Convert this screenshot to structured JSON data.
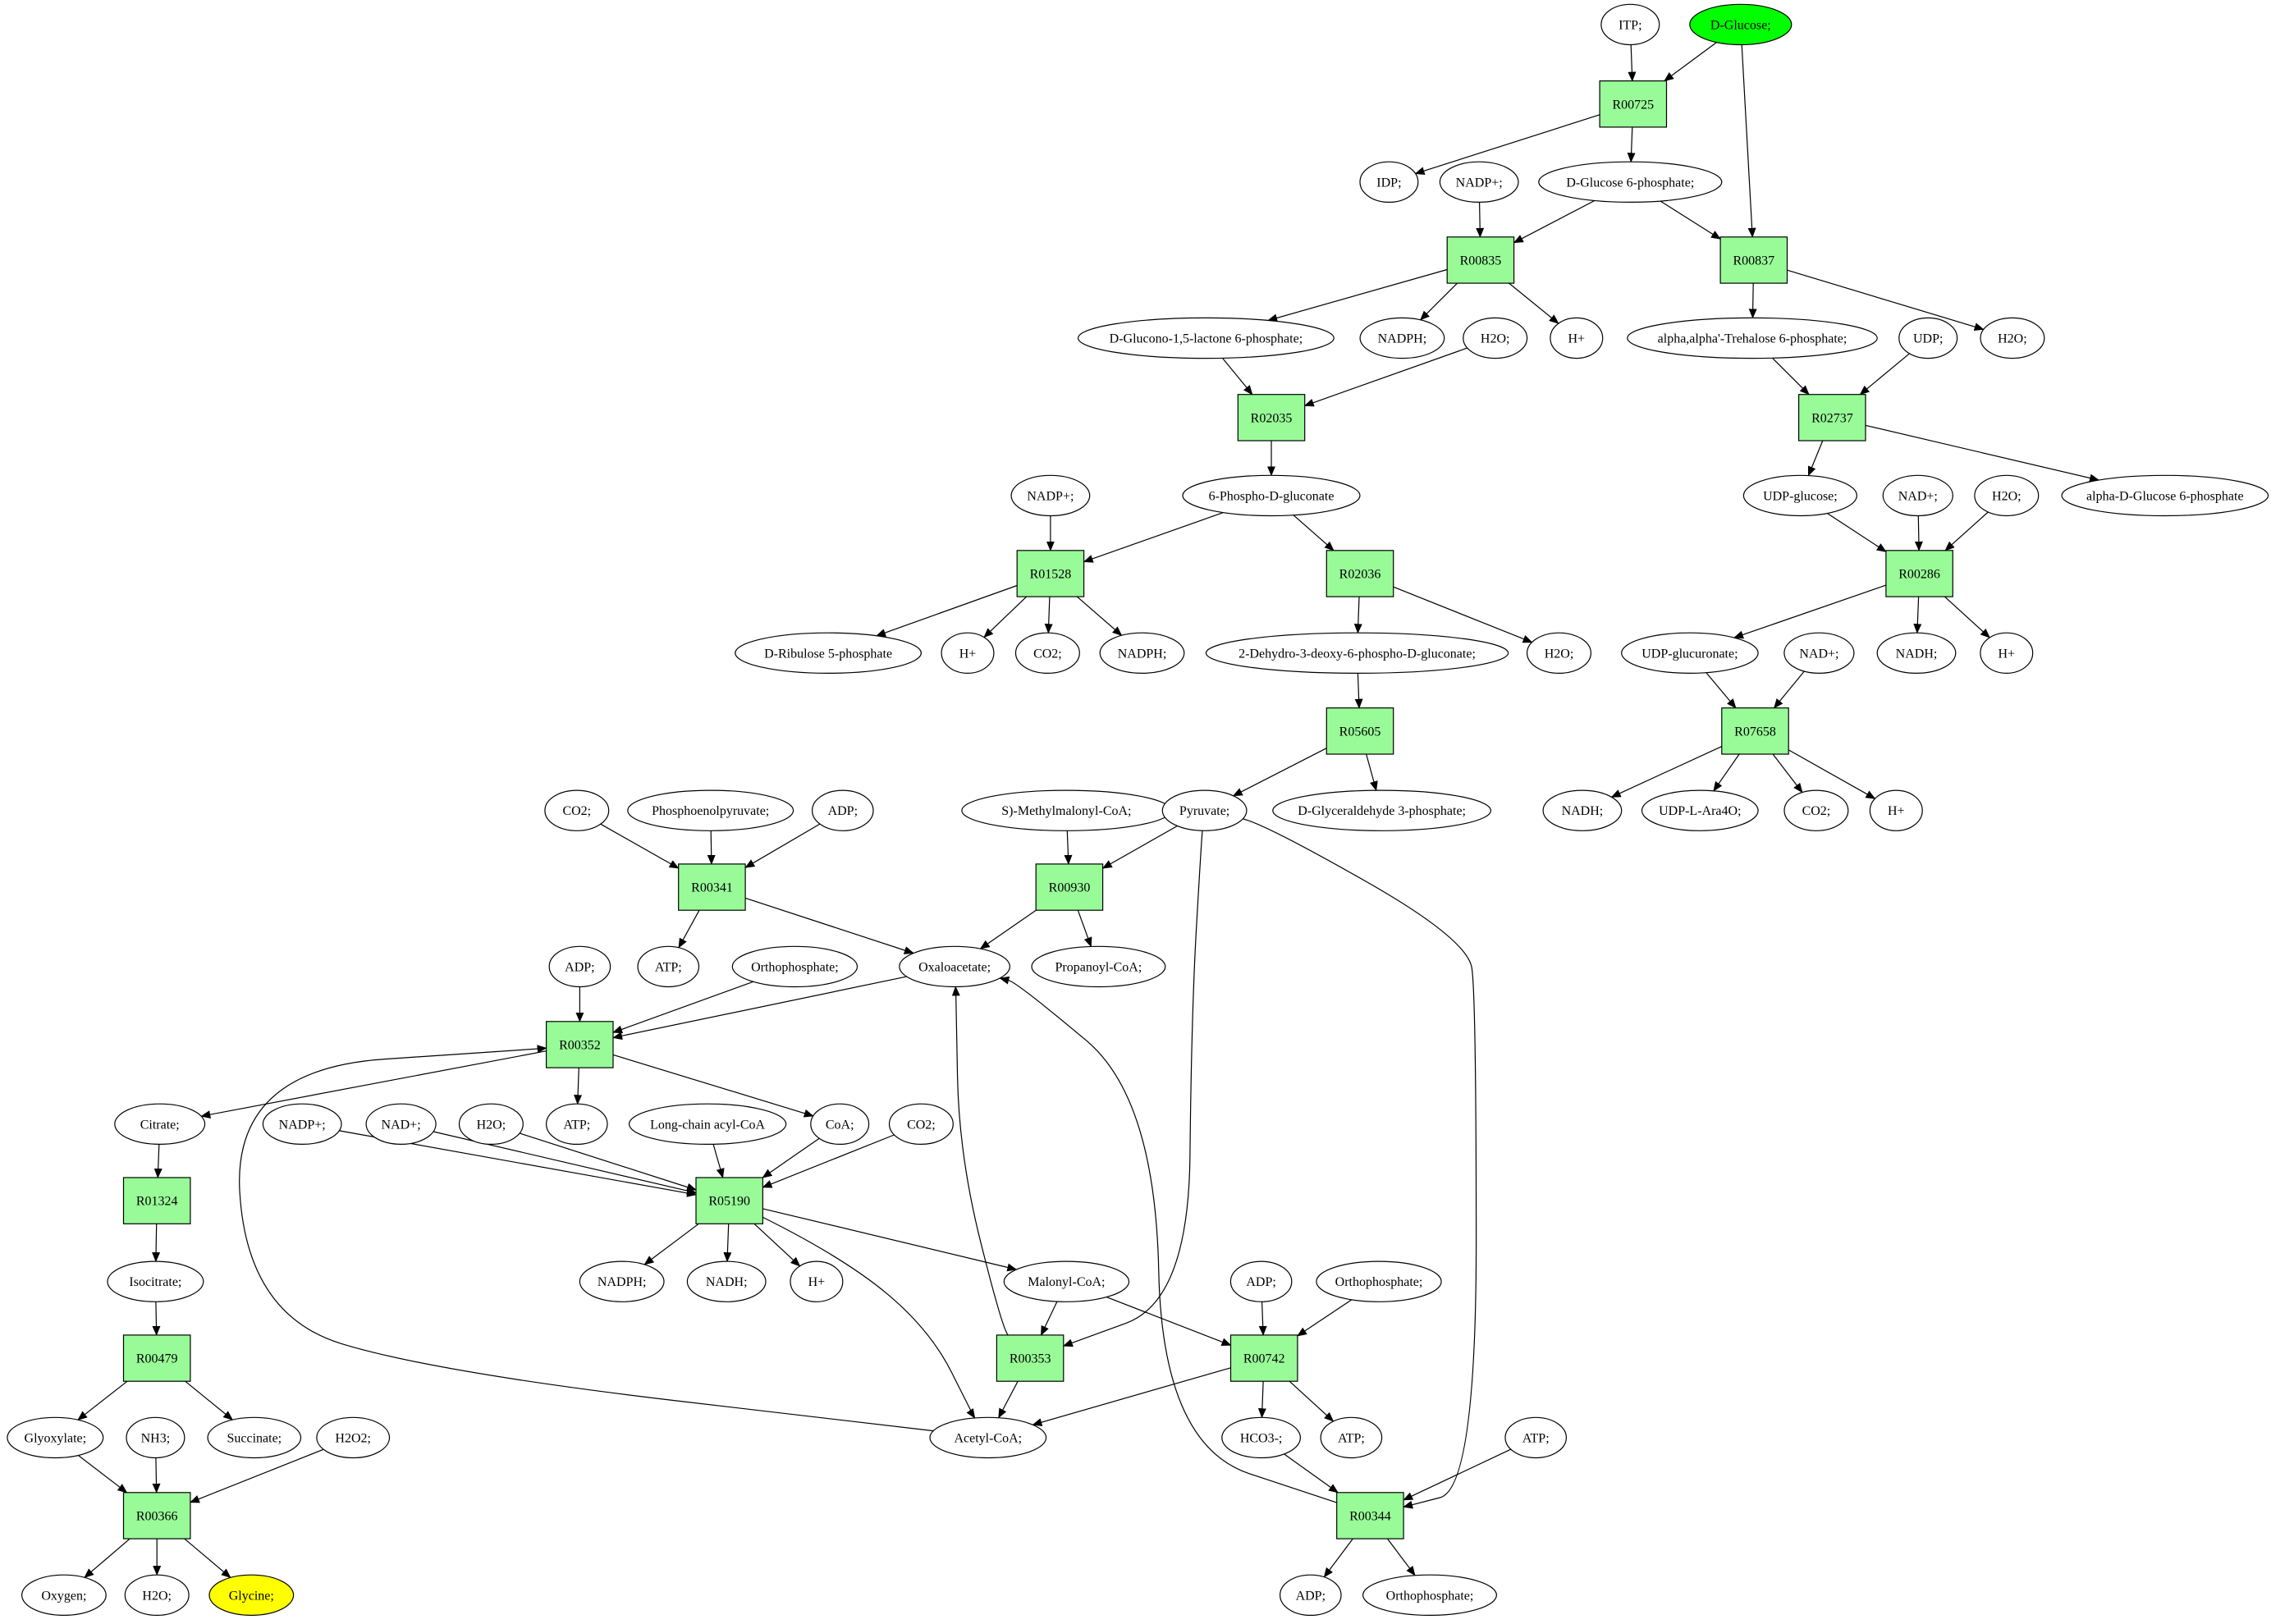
{
  "colors": {
    "reaction": "#98fb98",
    "compound": "#ffffff",
    "start": "#00ff00",
    "target": "#ffff00",
    "stroke": "#000000"
  },
  "reactions": [
    {
      "id": "R00725",
      "label": "R00725"
    },
    {
      "id": "R00835",
      "label": "R00835"
    },
    {
      "id": "R00837",
      "label": "R00837"
    },
    {
      "id": "R02035",
      "label": "R02035"
    },
    {
      "id": "R02737",
      "label": "R02737"
    },
    {
      "id": "R01528",
      "label": "R01528"
    },
    {
      "id": "R02036",
      "label": "R02036"
    },
    {
      "id": "R00286",
      "label": "R00286"
    },
    {
      "id": "R05605",
      "label": "R05605"
    },
    {
      "id": "R07658",
      "label": "R07658"
    },
    {
      "id": "R00341",
      "label": "R00341"
    },
    {
      "id": "R00930",
      "label": "R00930"
    },
    {
      "id": "R00352",
      "label": "R00352"
    },
    {
      "id": "R01324",
      "label": "R01324"
    },
    {
      "id": "R05190",
      "label": "R05190"
    },
    {
      "id": "R00479",
      "label": "R00479"
    },
    {
      "id": "R00353",
      "label": "R00353"
    },
    {
      "id": "R00742",
      "label": "R00742"
    },
    {
      "id": "R00366",
      "label": "R00366"
    },
    {
      "id": "R00344",
      "label": "R00344"
    }
  ],
  "compounds": [
    {
      "id": "c_itp",
      "label": "ITP;",
      "role": "normal"
    },
    {
      "id": "c_dglucose",
      "label": "D-Glucose;",
      "role": "start"
    },
    {
      "id": "c_idp",
      "label": "IDP;",
      "role": "normal"
    },
    {
      "id": "c_nadp_a",
      "label": "NADP+;",
      "role": "normal"
    },
    {
      "id": "c_g6p",
      "label": "D-Glucose 6-phosphate;",
      "role": "normal"
    },
    {
      "id": "c_glucono",
      "label": "D-Glucono-1,5-lactone 6-phosphate;",
      "role": "normal"
    },
    {
      "id": "c_nadph_a",
      "label": "NADPH;",
      "role": "normal"
    },
    {
      "id": "c_h2o_a",
      "label": "H2O;",
      "role": "normal"
    },
    {
      "id": "c_h_a",
      "label": "H+",
      "role": "normal"
    },
    {
      "id": "c_trehalose",
      "label": "alpha,alpha'-Trehalose 6-phosphate;",
      "role": "normal"
    },
    {
      "id": "c_udp",
      "label": "UDP;",
      "role": "normal"
    },
    {
      "id": "c_h2o_b",
      "label": "H2O;",
      "role": "normal"
    },
    {
      "id": "c_nadp_b",
      "label": "NADP+;",
      "role": "normal"
    },
    {
      "id": "c_6pg",
      "label": "6-Phospho-D-gluconate",
      "role": "normal"
    },
    {
      "id": "c_udpglc",
      "label": "UDP-glucose;",
      "role": "normal"
    },
    {
      "id": "c_nad_a",
      "label": "NAD+;",
      "role": "normal"
    },
    {
      "id": "c_h2o_c",
      "label": "H2O;",
      "role": "normal"
    },
    {
      "id": "c_aglc6p",
      "label": "alpha-D-Glucose 6-phosphate",
      "role": "normal"
    },
    {
      "id": "c_ribulose",
      "label": "D-Ribulose 5-phosphate",
      "role": "normal"
    },
    {
      "id": "c_h_b",
      "label": "H+",
      "role": "normal"
    },
    {
      "id": "c_co2_a",
      "label": "CO2;",
      "role": "normal"
    },
    {
      "id": "c_nadph_b",
      "label": "NADPH;",
      "role": "normal"
    },
    {
      "id": "c_kdpg",
      "label": "2-Dehydro-3-deoxy-6-phospho-D-gluconate;",
      "role": "normal"
    },
    {
      "id": "c_h2o_d",
      "label": "H2O;",
      "role": "normal"
    },
    {
      "id": "c_udpglcA",
      "label": "UDP-glucuronate;",
      "role": "normal"
    },
    {
      "id": "c_nad_b",
      "label": "NAD+;",
      "role": "normal"
    },
    {
      "id": "c_nadh_a",
      "label": "NADH;",
      "role": "normal"
    },
    {
      "id": "c_h_c",
      "label": "H+",
      "role": "normal"
    },
    {
      "id": "c_co2_b",
      "label": "CO2;",
      "role": "normal"
    },
    {
      "id": "c_pep",
      "label": "Phosphoenolpyruvate;",
      "role": "normal"
    },
    {
      "id": "c_adp_a",
      "label": "ADP;",
      "role": "normal"
    },
    {
      "id": "c_mmcoa",
      "label": "S)-Methylmalonyl-CoA;",
      "role": "normal"
    },
    {
      "id": "c_pyruvate",
      "label": "Pyruvate;",
      "role": "normal"
    },
    {
      "id": "c_gap",
      "label": "D-Glyceraldehyde 3-phosphate;",
      "role": "normal"
    },
    {
      "id": "c_nadh_b",
      "label": "NADH;",
      "role": "normal"
    },
    {
      "id": "c_udpara",
      "label": "UDP-L-Ara4O;",
      "role": "normal"
    },
    {
      "id": "c_co2_c",
      "label": "CO2;",
      "role": "normal"
    },
    {
      "id": "c_h_d",
      "label": "H+",
      "role": "normal"
    },
    {
      "id": "c_adp_b",
      "label": "ADP;",
      "role": "normal"
    },
    {
      "id": "c_atp_a",
      "label": "ATP;",
      "role": "normal"
    },
    {
      "id": "c_pi_a",
      "label": "Orthophosphate;",
      "role": "normal"
    },
    {
      "id": "c_oaa",
      "label": "Oxaloacetate;",
      "role": "normal"
    },
    {
      "id": "c_propcoa",
      "label": "Propanoyl-CoA;",
      "role": "normal"
    },
    {
      "id": "c_citrate",
      "label": "Citrate;",
      "role": "normal"
    },
    {
      "id": "c_nadp_c",
      "label": "NADP+;",
      "role": "normal"
    },
    {
      "id": "c_nad_c",
      "label": "NAD+;",
      "role": "normal"
    },
    {
      "id": "c_h2o_e",
      "label": "H2O;",
      "role": "normal"
    },
    {
      "id": "c_atp_b",
      "label": "ATP;",
      "role": "normal"
    },
    {
      "id": "c_lcacoa",
      "label": "Long-chain acyl-CoA",
      "role": "normal"
    },
    {
      "id": "c_coa",
      "label": "CoA;",
      "role": "normal"
    },
    {
      "id": "c_co2_d",
      "label": "CO2;",
      "role": "normal"
    },
    {
      "id": "c_isocitrate",
      "label": "Isocitrate;",
      "role": "normal"
    },
    {
      "id": "c_nadph_c",
      "label": "NADPH;",
      "role": "normal"
    },
    {
      "id": "c_nadh_c",
      "label": "NADH;",
      "role": "normal"
    },
    {
      "id": "c_h_e",
      "label": "H+",
      "role": "normal"
    },
    {
      "id": "c_adp_c",
      "label": "ADP;",
      "role": "normal"
    },
    {
      "id": "c_pi_b",
      "label": "Orthophosphate;",
      "role": "normal"
    },
    {
      "id": "c_malcoa",
      "label": "Malonyl-CoA;",
      "role": "normal"
    },
    {
      "id": "c_glyoxylate",
      "label": "Glyoxylate;",
      "role": "normal"
    },
    {
      "id": "c_nh3",
      "label": "NH3;",
      "role": "normal"
    },
    {
      "id": "c_succinate",
      "label": "Succinate;",
      "role": "normal"
    },
    {
      "id": "c_h2o2",
      "label": "H2O2;",
      "role": "normal"
    },
    {
      "id": "c_accoa",
      "label": "Acetyl-CoA;",
      "role": "normal"
    },
    {
      "id": "c_hco3",
      "label": "HCO3-;",
      "role": "normal"
    },
    {
      "id": "c_atp_c",
      "label": "ATP;",
      "role": "normal"
    },
    {
      "id": "c_atp_d",
      "label": "ATP;",
      "role": "normal"
    },
    {
      "id": "c_oxygen",
      "label": "Oxygen;",
      "role": "normal"
    },
    {
      "id": "c_h2o_f",
      "label": "H2O;",
      "role": "normal"
    },
    {
      "id": "c_glycine",
      "label": "Glycine;",
      "role": "target"
    },
    {
      "id": "c_adp_d",
      "label": "ADP;",
      "role": "normal"
    },
    {
      "id": "c_pi_c",
      "label": "Orthophosphate;",
      "role": "normal"
    }
  ],
  "edges": [
    [
      "c_itp",
      "R00725"
    ],
    [
      "c_dglucose",
      "R00725"
    ],
    [
      "R00725",
      "c_idp"
    ],
    [
      "R00725",
      "c_g6p"
    ],
    [
      "c_dglucose",
      "R00837"
    ],
    [
      "c_nadp_a",
      "R00835"
    ],
    [
      "c_g6p",
      "R00835"
    ],
    [
      "c_g6p",
      "R00837"
    ],
    [
      "R00835",
      "c_glucono"
    ],
    [
      "R00835",
      "c_nadph_a"
    ],
    [
      "R00835",
      "c_h_a"
    ],
    [
      "R00837",
      "c_trehalose"
    ],
    [
      "R00837",
      "c_h2o_b"
    ],
    [
      "c_glucono",
      "R02035"
    ],
    [
      "c_h2o_a",
      "R02035"
    ],
    [
      "R02035",
      "c_6pg"
    ],
    [
      "c_trehalose",
      "R02737"
    ],
    [
      "c_udp",
      "R02737"
    ],
    [
      "R02737",
      "c_udpglc"
    ],
    [
      "R02737",
      "c_aglc6p"
    ],
    [
      "c_nadp_b",
      "R01528"
    ],
    [
      "c_6pg",
      "R01528"
    ],
    [
      "c_6pg",
      "R02036"
    ],
    [
      "c_udpglc",
      "R00286"
    ],
    [
      "c_nad_a",
      "R00286"
    ],
    [
      "c_h2o_c",
      "R00286"
    ],
    [
      "R01528",
      "c_ribulose"
    ],
    [
      "R01528",
      "c_h_b"
    ],
    [
      "R01528",
      "c_co2_a"
    ],
    [
      "R01528",
      "c_nadph_b"
    ],
    [
      "R02036",
      "c_kdpg"
    ],
    [
      "R02036",
      "c_h2o_d"
    ],
    [
      "R00286",
      "c_udpglcA"
    ],
    [
      "R00286",
      "c_nadh_a"
    ],
    [
      "R00286",
      "c_h_c"
    ],
    [
      "c_kdpg",
      "R05605"
    ],
    [
      "c_udpglcA",
      "R07658"
    ],
    [
      "c_nad_b",
      "R07658"
    ],
    [
      "R05605",
      "c_pyruvate"
    ],
    [
      "R05605",
      "c_gap"
    ],
    [
      "R07658",
      "c_nadh_b"
    ],
    [
      "R07658",
      "c_udpara"
    ],
    [
      "R07658",
      "c_co2_c"
    ],
    [
      "R07658",
      "c_h_d"
    ],
    [
      "c_co2_b",
      "R00341"
    ],
    [
      "c_pep",
      "R00341"
    ],
    [
      "c_adp_a",
      "R00341"
    ],
    [
      "c_mmcoa",
      "R00930"
    ],
    [
      "c_pyruvate",
      "R00930"
    ],
    [
      "R00341",
      "c_atp_a"
    ],
    [
      "R00341",
      "c_oaa"
    ],
    [
      "R00930",
      "c_oaa"
    ],
    [
      "R00930",
      "c_propcoa"
    ],
    [
      "c_adp_b",
      "R00352"
    ],
    [
      "c_pi_a",
      "R00352"
    ],
    [
      "c_oaa",
      "R00352"
    ],
    [
      "R00352",
      "c_citrate"
    ],
    [
      "R00352",
      "c_atp_b"
    ],
    [
      "R00352",
      "c_coa"
    ],
    [
      "c_citrate",
      "R01324"
    ],
    [
      "R01324",
      "c_isocitrate"
    ],
    [
      "c_isocitrate",
      "R00479"
    ],
    [
      "c_nadp_c",
      "R05190"
    ],
    [
      "c_nad_c",
      "R05190"
    ],
    [
      "c_h2o_e",
      "R05190"
    ],
    [
      "c_lcacoa",
      "R05190"
    ],
    [
      "c_coa",
      "R05190"
    ],
    [
      "c_co2_d",
      "R05190"
    ],
    [
      "R05190",
      "c_nadph_c"
    ],
    [
      "R05190",
      "c_nadh_c"
    ],
    [
      "R05190",
      "c_h_e"
    ],
    [
      "R05190",
      "c_malcoa"
    ],
    [
      "R05190",
      "c_accoa"
    ],
    [
      "c_pyruvate",
      "R00353"
    ],
    [
      "c_malcoa",
      "R00353"
    ],
    [
      "R00353",
      "c_oaa"
    ],
    [
      "R00353",
      "c_accoa"
    ],
    [
      "c_adp_c",
      "R00742"
    ],
    [
      "c_pi_b",
      "R00742"
    ],
    [
      "c_malcoa",
      "R00742"
    ],
    [
      "R00742",
      "c_accoa"
    ],
    [
      "R00742",
      "c_hco3"
    ],
    [
      "R00742",
      "c_atp_c"
    ],
    [
      "c_accoa",
      "R00352"
    ],
    [
      "R00479",
      "c_glyoxylate"
    ],
    [
      "R00479",
      "c_succinate"
    ],
    [
      "c_glyoxylate",
      "R00366"
    ],
    [
      "c_nh3",
      "R00366"
    ],
    [
      "c_h2o2",
      "R00366"
    ],
    [
      "R00366",
      "c_oxygen"
    ],
    [
      "R00366",
      "c_h2o_f"
    ],
    [
      "R00366",
      "c_glycine"
    ],
    [
      "c_pyruvate",
      "R00344"
    ],
    [
      "c_hco3",
      "R00344"
    ],
    [
      "c_atp_d",
      "R00344"
    ],
    [
      "R00344",
      "c_adp_d"
    ],
    [
      "R00344",
      "c_pi_c"
    ],
    [
      "R00344",
      "c_oaa"
    ]
  ]
}
